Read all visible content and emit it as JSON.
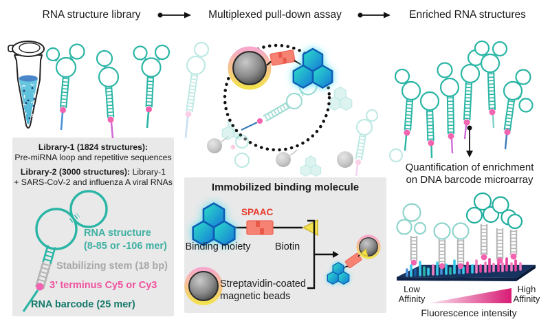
{
  "header": {
    "steps": [
      {
        "label": "RNA structure library"
      },
      {
        "label": "Multiplexed pull-down assay"
      },
      {
        "label": "Enriched RNA structures"
      }
    ]
  },
  "library_panel": {
    "lib1_title": "Library-1 (1824 structures):",
    "lib1_desc": "Pre-miRNA loop and repetitive sequences",
    "lib2_title": "Library-2 (3000 structures):",
    "lib2_desc": " Library-1",
    "lib2_desc2": "+ SARS-CoV-2 and influenza A viral RNAs"
  },
  "construct": {
    "structure_label": "RNA structure",
    "structure_range": "(8-85 or -106 mer)",
    "stem_label": "Stabilizing stem (18 bp)",
    "terminus_label": "3’ terminus Cy5 or Cy3",
    "barcode_label": "RNA barcode (25 mer)"
  },
  "binding_panel": {
    "title": "Immobilized binding molecule",
    "spaac": "SPAAC",
    "binding_moiety": "Binding moiety",
    "biotin": "Biotin",
    "beads_line1": "Streptavidin-coated",
    "beads_line2": "magnetic beads"
  },
  "quantification": {
    "title_line1": "Quantification of enrichment",
    "title_line2": "on DNA barcode microarray",
    "low_line1": "Low",
    "low_line2": "Affinity",
    "high_line1": "High",
    "high_line2": "Affinity",
    "axis_label": "Fluorescence intensity"
  },
  "colors": {
    "rna_teal": "#2ab5a5",
    "rna_light": "#9edbd3",
    "terminus_pink": "#f263b0",
    "terminus_text": "#f0519e",
    "stem_gray": "#a8a8a8",
    "barcode_teal": "#15796b",
    "spaac_red": "#e8392b",
    "linker_salmon": "#f58273",
    "biotin_yellow": "#f3e14e",
    "hexagon_blue": "#0d5bb5",
    "plate_navy": "#16325e",
    "gradient_magenta": "#d81b74",
    "panel_gray": "#e9e9e9",
    "tail_blue": "#4a90d9",
    "tail_magenta": "#cf6bd6"
  },
  "icons": {
    "flow_arrow": "dot-line-arrowhead",
    "down_arrow": "dot-line-arrowhead-vertical",
    "tube": "microcentrifuge-tube",
    "bead": "gray-sphere-with-pink-yellow-ring",
    "binding_moiety": "three-blue-hexagons",
    "biotin": "yellow-left-triangle",
    "spaac_linker": "salmon-puzzle-connector"
  }
}
